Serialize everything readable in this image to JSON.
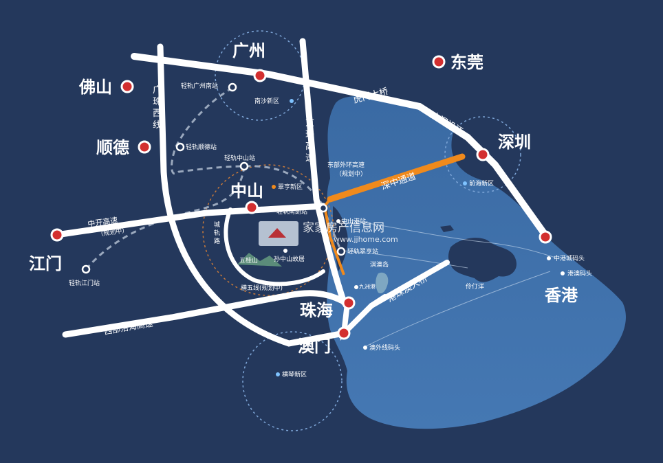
{
  "map": {
    "colors": {
      "background": "#24385c",
      "water": "#3e6fa8",
      "road": "#ffffff",
      "highlight_road": "#f08a1c",
      "city_marker": "#d32f2f",
      "dashed_rail": "#9aa8bd",
      "circle_dashed_blue": "#7fa7d9",
      "circle_dashed_orange": "#c97a3a",
      "islet": "#2b3f63"
    },
    "cities": {
      "guangzhou": "广州",
      "dongguan": "东莞",
      "foshan": "佛山",
      "shunde": "顺德",
      "shenzhen": "深圳",
      "zhongshan": "中山",
      "jiangmen": "江门",
      "hongkong": "香港",
      "zhuhai": "珠海",
      "macau": "澳门"
    },
    "roads": {
      "humen_bridge": "虎门大桥",
      "guangshen_coastal": "广深沿江",
      "guangzhu_west": "广珠西线",
      "jingzhu": "京珠高速",
      "shenzhong": "深中通道",
      "zhongkai": "中开高速",
      "zhongkai_planned": "（规划中）",
      "west_coastal": "西部沿海高速",
      "hzm_bridge": "港珠澳大桥",
      "east_ring": "东部外环高速",
      "east_ring_planned": "（规划中）",
      "city_ring": "城轨路",
      "hengwu": "横五线(规划中)",
      "light_rail_guangzhou_south": "轻轨广州南站"
    },
    "stations": {
      "guangzhou_south": "轻轨广州南站",
      "shunde": "轻轨顺德站",
      "zhongshan": "轻轨中山站",
      "zhongshan_north": "轻轨南朗站",
      "cuiheng": "轻轨翠亨站",
      "jiangmen": "轻轨江门站",
      "zhongshan_port": "中山港站",
      "hk_pier": "中港城码头",
      "hk_pier2": "港澳码头",
      "macau_pier": "澳外线码头"
    },
    "areas": {
      "nansha": "南沙新区",
      "qianhai": "前海新区",
      "cuiheng": "翠亨新区",
      "hengqin": "横琴新区"
    },
    "places": {
      "wuguishan": "五桂山",
      "zhongshan_heritage": "孙中山故居",
      "qiao": "淇澳岛",
      "jiuzhou": "九洲港",
      "lingdingyang": "伶仃洋"
    },
    "watermark": {
      "text": "家家房产信息网",
      "url": "www.jjhome.com"
    }
  }
}
